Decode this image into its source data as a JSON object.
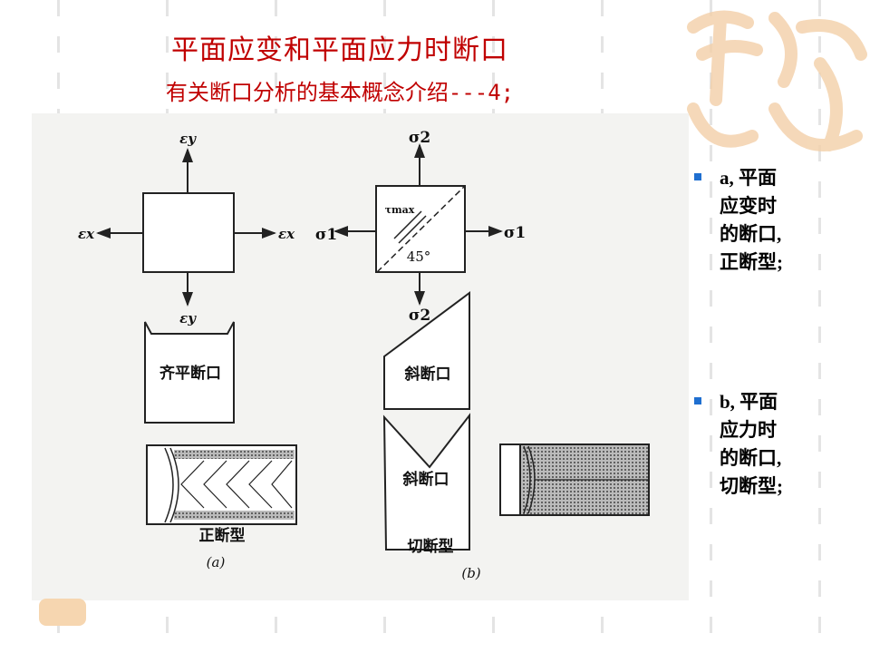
{
  "slide": {
    "title": "平面应变和平面应力时断口",
    "subtitle": "有关断口分析的基本概念介绍---4;"
  },
  "diagram": {
    "a": {
      "ey_top": "εy",
      "ex_left": "εx",
      "ex_right": "εx",
      "ey_bottom": "εy",
      "fracture_label": "齐平断口",
      "type_label": "正断型",
      "caption": "(a)"
    },
    "b": {
      "sigma2_top": "σ2",
      "sigma1_left": "σ1",
      "sigma1_right": "σ1",
      "sigma2_bottom": "σ2",
      "tau_label": "τmax",
      "angle_label": "45°",
      "fracture_label_1": "斜断口",
      "fracture_label_2": "斜断口",
      "type_label": "切断型",
      "caption": "(b)"
    }
  },
  "bullets": [
    {
      "lines": [
        "a, 平面",
        "应变时",
        "的断口,",
        "正断型;"
      ]
    },
    {
      "lines": [
        "b, 平面",
        "应力时",
        "的断口,",
        "切断型;"
      ]
    }
  ],
  "colors": {
    "title": "#c00000",
    "bullet": "#1f6fd0",
    "watermark": "#f3c9a0"
  }
}
